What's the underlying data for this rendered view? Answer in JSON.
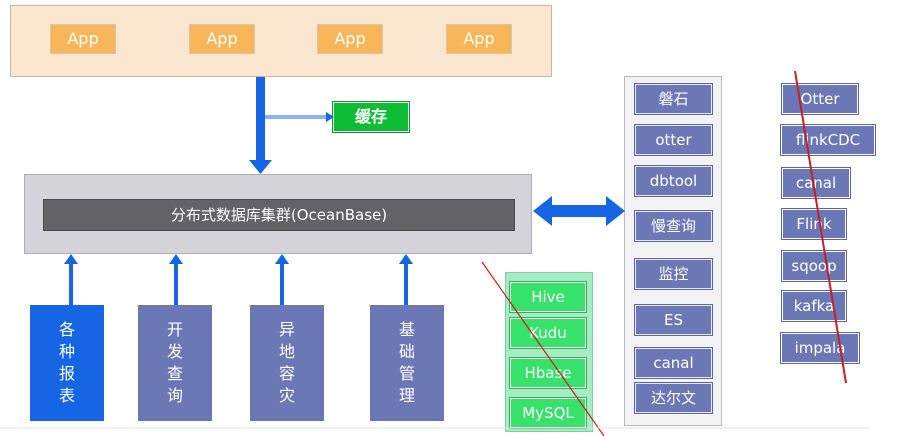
{
  "apps": [
    "App",
    "App",
    "App",
    "App"
  ],
  "cache_label": "缓存",
  "cluster_label": "分布式数据库集群(OceanBase)",
  "bottom_boxes": [
    {
      "label": "各\n种\n报\n表"
    },
    {
      "label": "开\n发\n查\n询"
    },
    {
      "label": "异\n地\n容\n灾"
    },
    {
      "label": "基\n础\n管\n理"
    }
  ],
  "middle_tools": [
    "磐石",
    "otter",
    "dbtool",
    "慢查询",
    "监控",
    "ES",
    "canal",
    "达尔文"
  ],
  "green_tools": [
    "Hive",
    "Kudu",
    "Hbase",
    "MySQL"
  ],
  "right_tools": [
    "Otter",
    "flinkCDC",
    "canal",
    "Flink",
    "sqoop",
    "kafka",
    "impala"
  ],
  "colors": {
    "app_bar": "#fbe6cf",
    "app_box": "#f7b65a",
    "cache": "#0ebd36",
    "cluster_bg": "#d4d3d9",
    "cluster_bar": "#636264",
    "tool_box": "#6b78b5",
    "report_box": "#1565e5",
    "arrow": "#1565e5",
    "green_box": "#37e26a",
    "strike": "#c81e1e"
  }
}
